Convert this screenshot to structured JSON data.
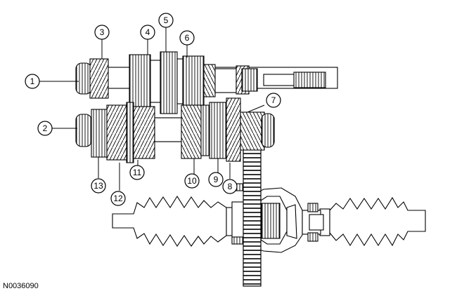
{
  "figure_id": "N0036090",
  "callouts": [
    "1",
    "2",
    "3",
    "4",
    "5",
    "6",
    "7",
    "8",
    "9",
    "10",
    "11",
    "12",
    "13"
  ]
}
